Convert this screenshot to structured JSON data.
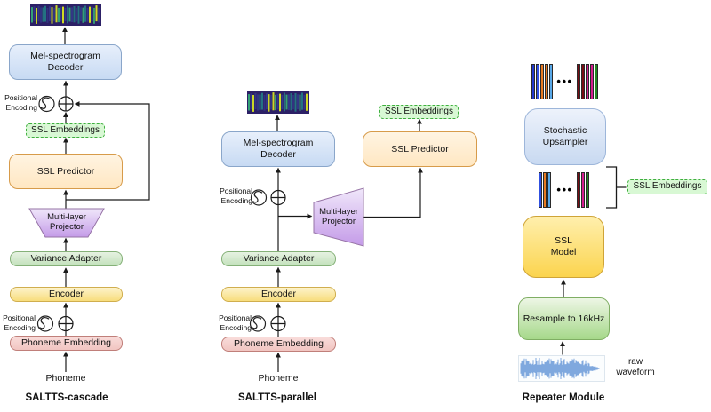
{
  "cascade": {
    "title": "SALTTS-cascade",
    "mel_decoder_label": "Mel-spectrogram\nDecoder",
    "positional_encoding_upper_label": "Positional\nEncoding",
    "ssl_embeddings_label": "SSL Embeddings",
    "ssl_predictor_label": "SSL Predictor",
    "multilayer_projector_label": "Multi-layer\nProjector",
    "variance_adapter_label": "Variance Adapter",
    "encoder_label": "Encoder",
    "positional_encoding_lower_label": "Positional\nEncoding",
    "phoneme_embedding_label": "Phoneme Embedding",
    "phoneme_input_label": "Phoneme"
  },
  "parallel": {
    "title": "SALTTS-parallel",
    "mel_decoder_label": "Mel-spectrogram\nDecoder",
    "positional_encoding_upper_label": "Positional\nEncoding",
    "multilayer_projector_label": "Multi-layer\nProjector",
    "ssl_predictor_label": "SSL Predictor",
    "ssl_embeddings_label": "SSL Embeddings",
    "variance_adapter_label": "Variance Adapter",
    "encoder_label": "Encoder",
    "positional_encoding_lower_label": "Positional\nEncoding",
    "phoneme_embedding_label": "Phoneme Embedding",
    "phoneme_input_label": "Phoneme"
  },
  "repeater": {
    "title": "Repeater Module",
    "stochastic_upsampler_label": "Stochastic\nUpsampler",
    "ssl_embeddings_label": "SSL Embeddings",
    "ssl_model_label": "SSL\nModel",
    "resample_label": "Resample to 16kHz",
    "raw_waveform_label": "raw\nwaveform",
    "ellipsis": "•••",
    "embedding_bars": {
      "top_left": [
        "#2238cc",
        "#3050e0",
        "#e87a22",
        "#e87a22",
        "#58a8e8"
      ],
      "top_right": [
        "#7a0d15",
        "#7a0d15",
        "#d41f8f",
        "#d41f8f",
        "#1f8a1f"
      ],
      "mid_left": [
        "#3050e0",
        "#e87a22",
        "#58a8e8"
      ],
      "mid_right": [
        "#7a0d15",
        "#d41f8f",
        "#1f8a1f"
      ]
    }
  },
  "colors": {
    "arrow": "#1a1a1a",
    "decoder_fill": "#d4e3f7",
    "decoder_border": "#8aa6ca",
    "predictor_fill": "#ffeed8",
    "predictor_border": "#d79b4a",
    "embeddings_fill": "#d8f8d4",
    "embeddings_border": "#3faf3f",
    "projector_fill": "#d9bdf0",
    "projector_border": "#9673a6",
    "variance_fill": "#d5e8d0",
    "encoder_fill": "#fae29b",
    "phoneme_fill": "#f6d1ce",
    "upsampler_fill": "#dbe6f6",
    "ssl_model_fill": "#ffdf73",
    "resample_fill": "#c9e8b3",
    "waveform_color": "#7fa8de"
  }
}
